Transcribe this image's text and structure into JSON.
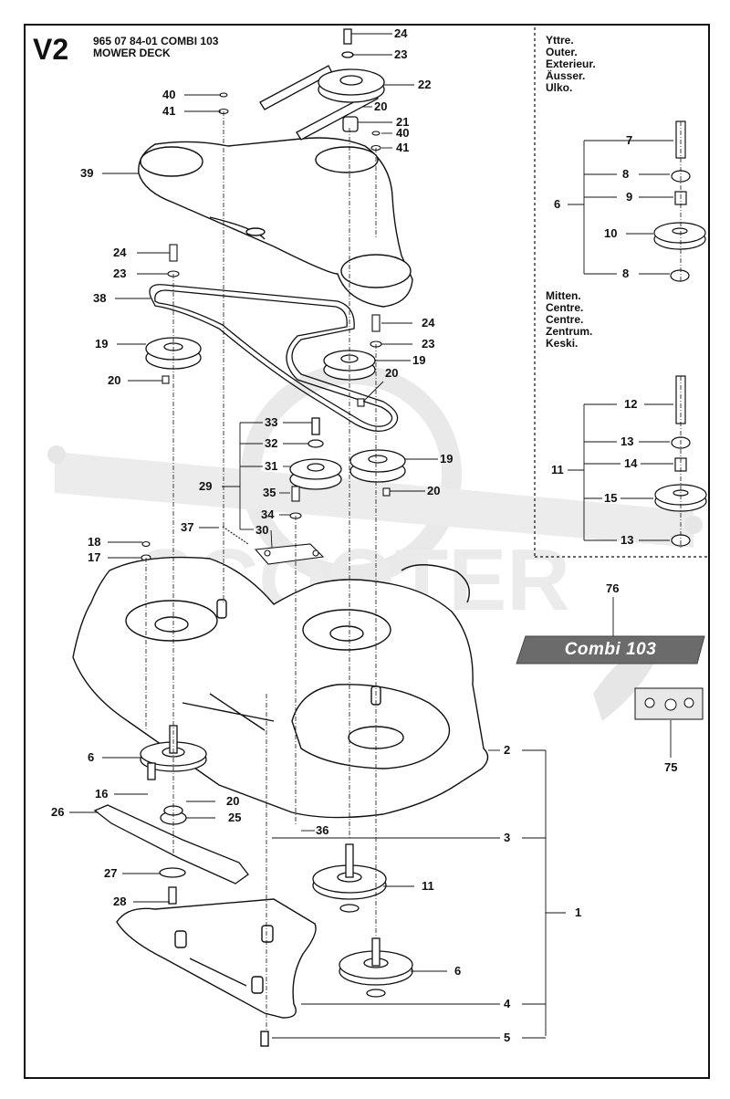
{
  "page": {
    "title": "V2",
    "part_number": "965 07 84-01 COMBI 103",
    "section_name": "MOWER DECK"
  },
  "legend": {
    "outer": [
      "Yttre.",
      "Outer.",
      "Exterieur.",
      "Äusser.",
      "Ulko."
    ],
    "middle": [
      "Mitten.",
      "Centre.",
      "Centre.",
      "Zentrum.",
      "Keski."
    ]
  },
  "decal": {
    "model_name": "Combi 103"
  },
  "watermark": {
    "brand": "SCOOTER"
  },
  "colors": {
    "line": "#111111",
    "part_fill": "#ffffff",
    "badge": "#6b6b6b",
    "watermark": "#e6e6e6"
  },
  "callouts": [
    {
      "id": "24",
      "label": "24"
    },
    {
      "id": "23",
      "label": "23"
    },
    {
      "id": "22",
      "label": "22"
    },
    {
      "id": "20",
      "label": "20"
    },
    {
      "id": "21",
      "label": "21"
    },
    {
      "id": "40",
      "label": "40"
    },
    {
      "id": "41",
      "label": "41"
    },
    {
      "id": "39",
      "label": "39"
    },
    {
      "id": "38",
      "label": "38"
    },
    {
      "id": "19",
      "label": "19"
    },
    {
      "id": "33",
      "label": "33"
    },
    {
      "id": "32",
      "label": "32"
    },
    {
      "id": "31",
      "label": "31"
    },
    {
      "id": "29",
      "label": "29"
    },
    {
      "id": "35",
      "label": "35"
    },
    {
      "id": "34",
      "label": "34"
    },
    {
      "id": "37",
      "label": "37"
    },
    {
      "id": "30",
      "label": "30"
    },
    {
      "id": "18",
      "label": "18"
    },
    {
      "id": "17",
      "label": "17"
    },
    {
      "id": "7",
      "label": "7"
    },
    {
      "id": "8",
      "label": "8"
    },
    {
      "id": "9",
      "label": "9"
    },
    {
      "id": "6",
      "label": "6"
    },
    {
      "id": "10",
      "label": "10"
    },
    {
      "id": "12",
      "label": "12"
    },
    {
      "id": "13",
      "label": "13"
    },
    {
      "id": "14",
      "label": "14"
    },
    {
      "id": "11",
      "label": "11"
    },
    {
      "id": "15",
      "label": "15"
    },
    {
      "id": "76",
      "label": "76"
    },
    {
      "id": "75",
      "label": "75"
    },
    {
      "id": "2",
      "label": "2"
    },
    {
      "id": "3",
      "label": "3"
    },
    {
      "id": "1",
      "label": "1"
    },
    {
      "id": "16",
      "label": "16"
    },
    {
      "id": "26",
      "label": "26"
    },
    {
      "id": "25",
      "label": "25"
    },
    {
      "id": "36",
      "label": "36"
    },
    {
      "id": "27",
      "label": "27"
    },
    {
      "id": "28",
      "label": "28"
    },
    {
      "id": "4",
      "label": "4"
    },
    {
      "id": "5",
      "label": "5"
    }
  ]
}
